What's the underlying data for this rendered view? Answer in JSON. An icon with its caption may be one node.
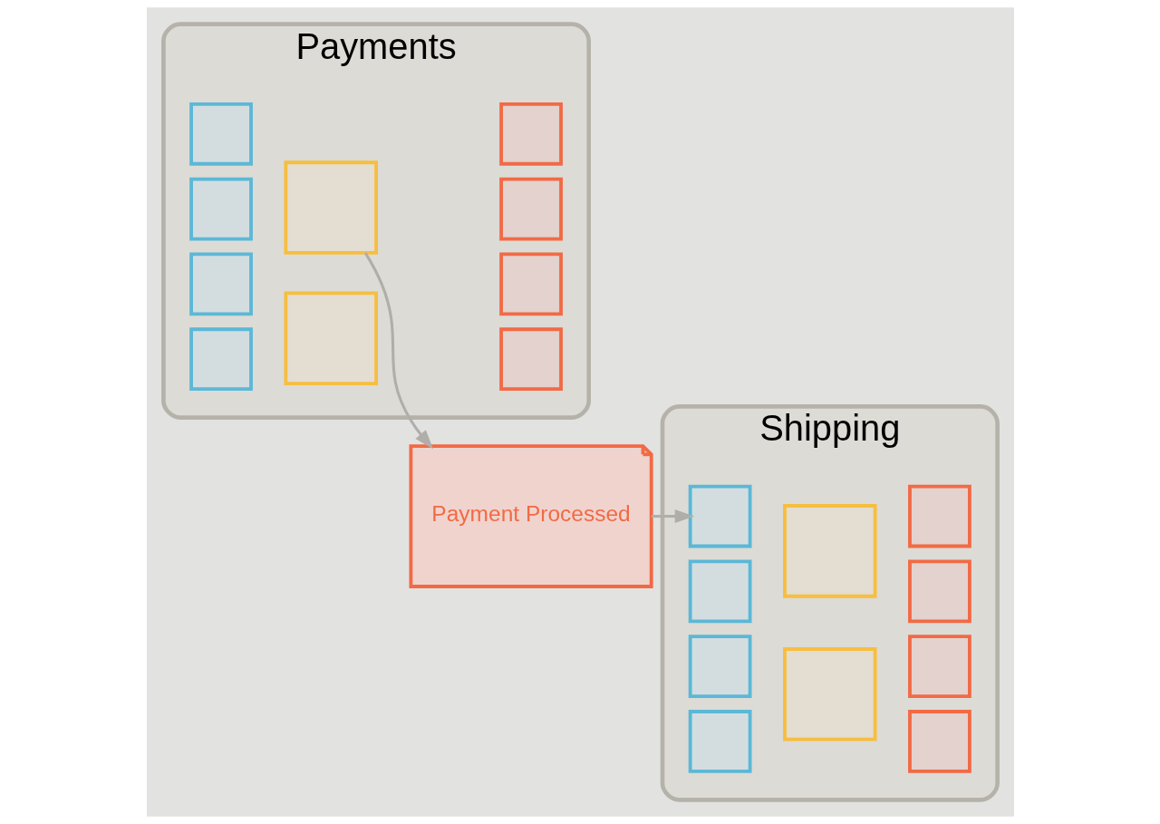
{
  "diagram": {
    "nodes": [
      {
        "text": [
          "Payments"
        ]
      },
      {
        "text": [],
        "shape": "box",
        "in": 0
      },
      {
        "text": [],
        "shape": "box",
        "in": 0
      },
      {
        "text": [],
        "shape": "box",
        "in": 0
      },
      {
        "text": [],
        "shape": "box",
        "in": 0
      },
      {
        "text": [],
        "shape": "box",
        "in": 0
      },
      {
        "text": [],
        "shape": "box",
        "in": 0
      },
      {
        "text": [],
        "shape": "box",
        "in": 0
      },
      {
        "text": [],
        "shape": "box",
        "in": 0
      },
      {
        "text": [],
        "shape": "box",
        "in": 0
      },
      {
        "text": [],
        "shape": "box",
        "in": 0
      },
      {
        "text": [
          "Payment Processed"
        ]
      },
      {
        "text": [
          "Shipping"
        ]
      },
      {
        "text": [],
        "shape": "box",
        "in": 12
      },
      {
        "text": [],
        "shape": "box",
        "in": 12
      },
      {
        "text": [],
        "shape": "box",
        "in": 12
      },
      {
        "text": [],
        "shape": "box",
        "in": 12
      },
      {
        "text": [],
        "shape": "box",
        "in": 12
      },
      {
        "text": [],
        "shape": "box",
        "in": 12
      },
      {
        "text": [],
        "shape": "box",
        "in": 12
      },
      {
        "text": [],
        "shape": "box",
        "in": 12
      },
      {
        "text": [],
        "shape": "box",
        "in": 12
      },
      {
        "text": [],
        "shape": "box",
        "in": 12
      }
    ],
    "edges": [
      {
        "from": 3,
        "to": 11,
        "arrow": "to"
      },
      {
        "from": 11,
        "to": 13,
        "arrow": "to"
      }
    ]
  }
}
